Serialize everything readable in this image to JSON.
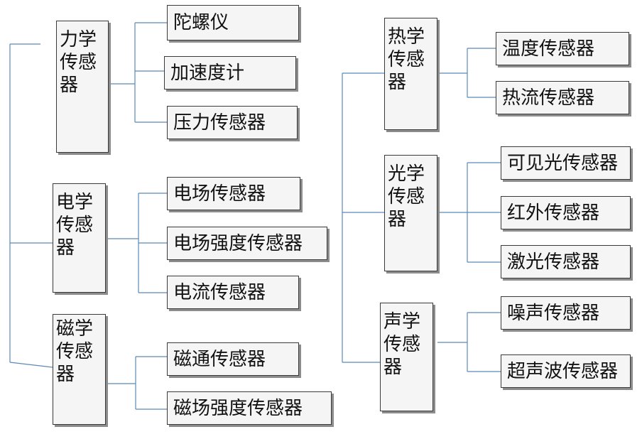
{
  "categories": [
    {
      "label": "力学传感器",
      "items": [
        "陀螺仪",
        "加速度计",
        "压力传感器"
      ]
    },
    {
      "label": "电学传感器",
      "items": [
        "电场传感器",
        "电场强度传感器",
        "电流传感器"
      ]
    },
    {
      "label": "磁学传感器",
      "items": [
        "磁通传感器",
        "磁场强度传感器"
      ]
    },
    {
      "label": "热学传感器",
      "items": [
        "温度传感器",
        "热流传感器"
      ]
    },
    {
      "label": "光学传感器",
      "items": [
        "可见光传感器",
        "红外传感器",
        "激光传感器"
      ]
    },
    {
      "label": "声学传感器",
      "items": [
        "噪声传感器",
        "超声波传感器"
      ]
    }
  ],
  "colors": {
    "connector": "#5b8ab8",
    "box_fill": "#f5f5f6",
    "box_border": "#3a3a3a",
    "shadow": "#8c8c8c"
  }
}
